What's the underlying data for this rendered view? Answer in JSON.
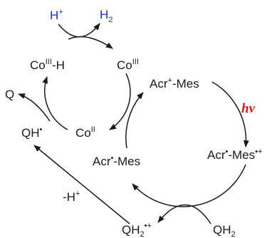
{
  "labels": {
    "proton": {
      "base": "H",
      "sup": "+"
    },
    "hydrogen": {
      "base": "H",
      "sub": "2"
    },
    "co_iii_h": {
      "base": "Co",
      "sup": "III",
      "tail": "-H"
    },
    "co_iii": {
      "base": "Co",
      "sup": "III"
    },
    "co_ii": {
      "base": "Co",
      "sup": "II"
    },
    "q": {
      "base": "Q"
    },
    "qh_radical": {
      "base": "QH",
      "sup": "•"
    },
    "acr_plus_mes": {
      "base": "Acr",
      "sup": "+",
      "tail": "-Mes"
    },
    "hv": {
      "text": "hν"
    },
    "acr_rad_mes": {
      "base": "Acr",
      "sup": "•",
      "tail": "-Mes"
    },
    "acr_rad_mes_cation": {
      "base": "Acr",
      "sup": "•",
      "tail": "-Mes",
      "sup2": "•+"
    },
    "minus_h_plus": {
      "base": "-H",
      "sup": "+"
    },
    "qh2_radical_cation": {
      "base": "QH",
      "sub": "2",
      "sup": "•+"
    },
    "qh2": {
      "base": "QH",
      "sub": "2"
    }
  },
  "colors": {
    "text": "#1a1a1a",
    "proton": "#1c2fd4",
    "light": "#e01a1a"
  }
}
